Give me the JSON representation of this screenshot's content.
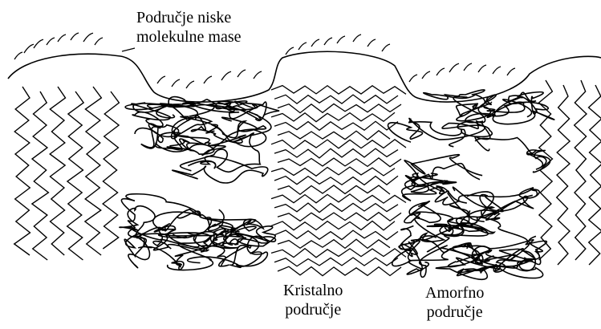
{
  "labels": {
    "low_mass_line1": "Područje niske",
    "low_mass_line2": "molekulne mase",
    "crystalline_line1": "Kristalno",
    "crystalline_line2": "područje",
    "amorphous_line1": "Amorfno",
    "amorphous_line2": "područje"
  },
  "colors": {
    "ink": "#000000",
    "background": "#ffffff"
  }
}
